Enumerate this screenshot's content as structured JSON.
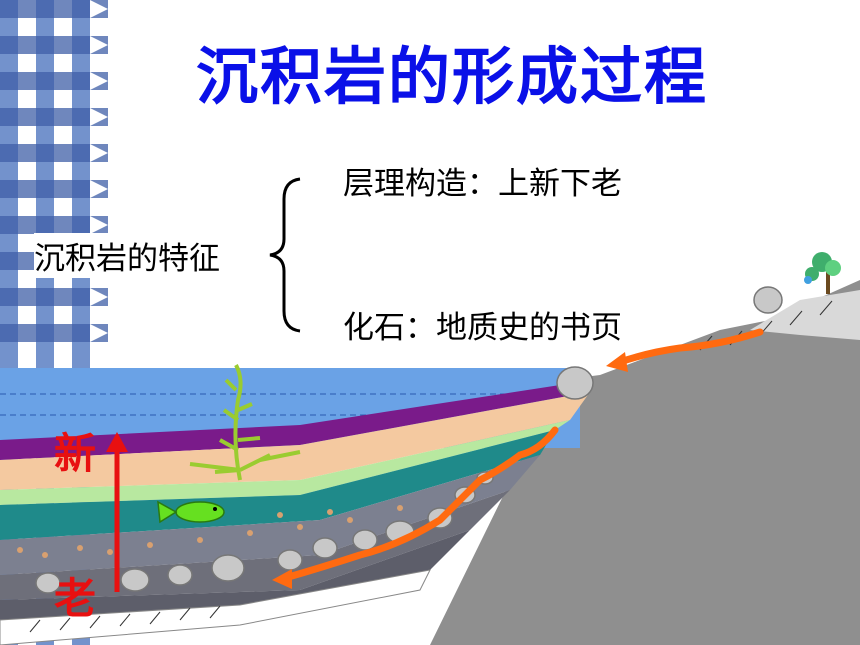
{
  "title": "沉积岩的形成过程",
  "features": {
    "label": "沉积岩的特征",
    "items": [
      "层理构造：上新下老",
      "化石：地质史的书页"
    ]
  },
  "scene": {
    "age_new": "新",
    "age_old": "老"
  },
  "colors": {
    "title": "#0a10e8",
    "checker_blue": "#4a6fb8",
    "water": "#6aa2e6",
    "purple_layer": "#7a1b8a",
    "tan_layer": "#f4c9a0",
    "green_layer": "#b8e8a0",
    "teal_layer": "#1f8a8a",
    "arrow_red": "#e81010",
    "arrow_orange": "#ff6a10",
    "slope_gray": "#9a9a9a"
  },
  "icons": [
    "brace-icon",
    "seaweed-icon",
    "fish-icon",
    "tree-icon",
    "pebble-icon",
    "arrow-up-icon",
    "flow-arrow-icon"
  ]
}
